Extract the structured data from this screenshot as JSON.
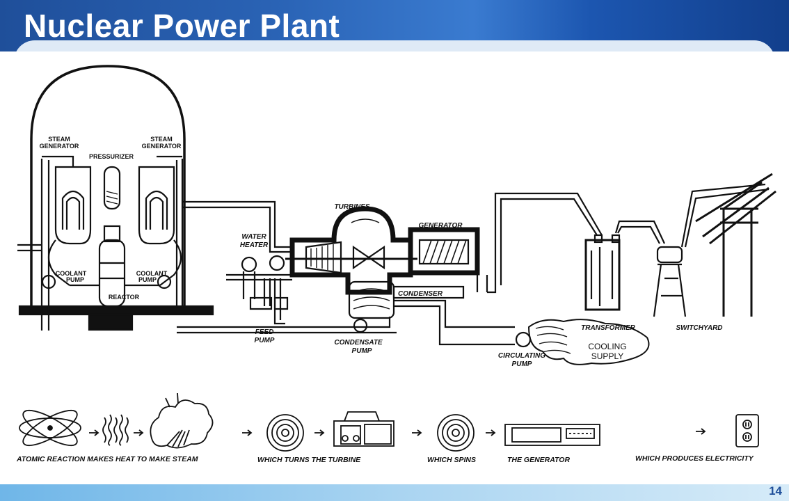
{
  "slide": {
    "title": "Nuclear Power Plant",
    "page_number": "14"
  },
  "diagram": {
    "labels": {
      "steam_generator_left": [
        "STEAM",
        "GENERATOR"
      ],
      "steam_generator_right": [
        "STEAM",
        "GENERATOR"
      ],
      "pressurizer": "PRESSURIZER",
      "coolant_pump_left": [
        "COOLANT",
        "PUMP"
      ],
      "coolant_pump_right": [
        "COOLANT",
        "PUMP"
      ],
      "reactor": "REACTOR",
      "water_heater": [
        "WATER",
        "HEATER"
      ],
      "turbines": "TURBINES",
      "generator": "GENERATOR",
      "condenser": "CONDENSER",
      "feed_pump": [
        "FEED",
        "PUMP"
      ],
      "condensate_pump": [
        "CONDENSATE",
        "PUMP"
      ],
      "circulating_pump": [
        "CIRCULATING",
        "PUMP"
      ],
      "transformer": "TRANSFORMER",
      "switchyard": "SWITCHYARD",
      "cooling_supply": [
        "COOLING",
        "SUPPLY"
      ]
    },
    "flow_captions": {
      "step1": "ATOMIC REACTION MAKES HEAT TO MAKE STEAM",
      "step2": "WHICH TURNS THE TURBINE",
      "step3": "WHICH SPINS",
      "step4": "THE GENERATOR",
      "step5": "WHICH PRODUCES ELECTRICITY"
    },
    "icons": [
      "atom-icon",
      "heat-waves-icon",
      "steam-cloud-icon",
      "spin-rings-icon",
      "turbine-icon",
      "generator-icon",
      "electrical-outlet-icon",
      "arrow-right-icon"
    ]
  },
  "colors": {
    "header_blue": "#2a63b5",
    "line_black": "#111111",
    "page_number_blue": "#1f4f9a"
  }
}
